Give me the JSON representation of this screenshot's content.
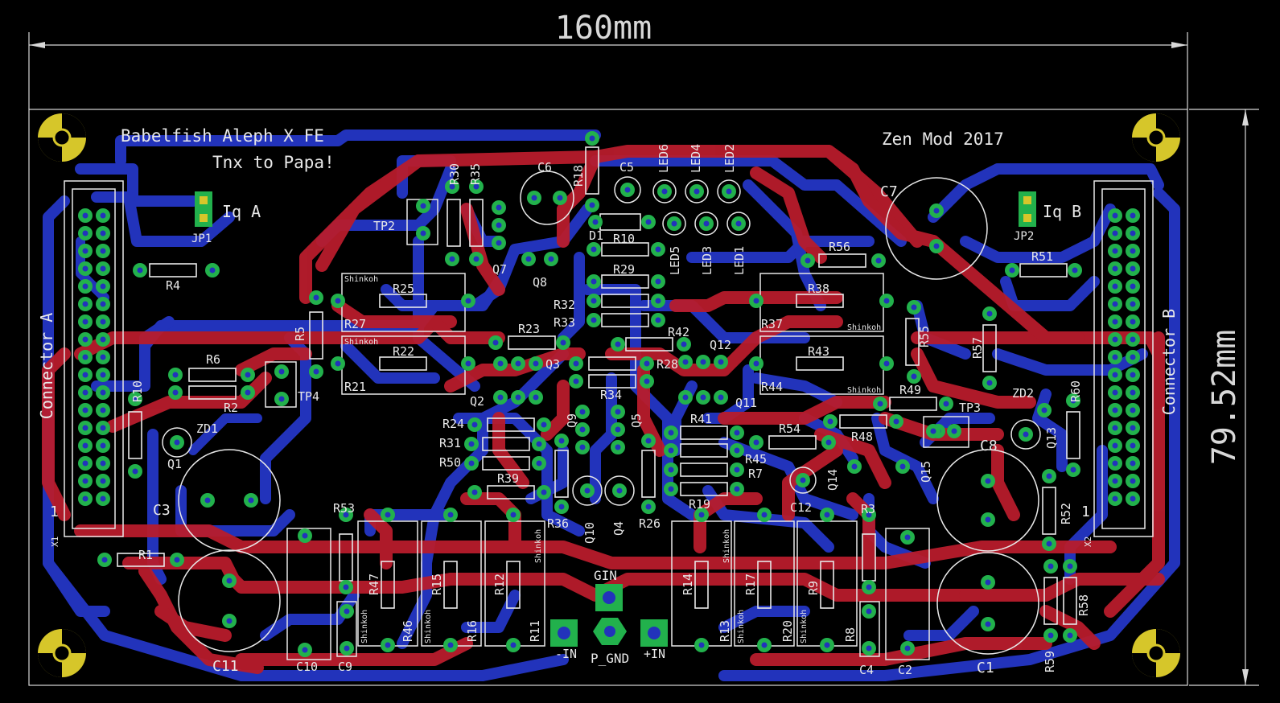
{
  "board": {
    "title": "Babelfish Aleph X FE",
    "subtitle": "Tnx to Papa!",
    "credit": "Zen Mod 2017",
    "width_dimension": "160mm",
    "height_dimension": "79.52mm"
  },
  "colors": {
    "background": "#000000",
    "top_copper": "#b81c2c",
    "bottom_copper": "#2233bb",
    "pad": "#22b14c",
    "silkscreen": "#e8e8e8",
    "drill": "#d6c62a"
  },
  "connectors": {
    "a_label": "Connector A",
    "b_label": "Connector B",
    "a_pin1": "1",
    "b_pin1": "1",
    "a_ref": "X1",
    "b_ref": "X2"
  },
  "labels": {
    "iq_a": "Iq A",
    "iq_b": "Iq B",
    "jp1": "JP1",
    "jp2": "JP2",
    "gin": "GIN",
    "in_minus": "-IN",
    "in_plus": "+IN",
    "p_gnd": "P_GND",
    "shinkoh": "Shinkoh"
  },
  "parts": [
    {
      "ref": "R1",
      "label": "R1"
    },
    {
      "ref": "R4",
      "label": "R4"
    },
    {
      "ref": "R5",
      "label": "R5"
    },
    {
      "ref": "R6",
      "label": "R6"
    },
    {
      "ref": "R2",
      "label": "R2"
    },
    {
      "ref": "R10",
      "label": "R10"
    },
    {
      "ref": "ZD1",
      "label": "ZD1"
    },
    {
      "ref": "Q1",
      "label": "Q1"
    },
    {
      "ref": "C3",
      "label": "C3"
    },
    {
      "ref": "C11",
      "label": "C11"
    },
    {
      "ref": "C10",
      "label": "C10"
    },
    {
      "ref": "C9",
      "label": "C9"
    },
    {
      "ref": "R53",
      "label": "R53"
    },
    {
      "ref": "R47",
      "label": "R47"
    },
    {
      "ref": "R46",
      "label": "R46"
    },
    {
      "ref": "R15",
      "label": "R15"
    },
    {
      "ref": "R16",
      "label": "R16"
    },
    {
      "ref": "R12",
      "label": "R12"
    },
    {
      "ref": "R11",
      "label": "R11"
    },
    {
      "ref": "TP2",
      "label": "TP2"
    },
    {
      "ref": "TP4",
      "label": "TP4"
    },
    {
      "ref": "R30",
      "label": "R30"
    },
    {
      "ref": "R35",
      "label": "R35"
    },
    {
      "ref": "Q7",
      "label": "Q7"
    },
    {
      "ref": "C6",
      "label": "C6"
    },
    {
      "ref": "Q8",
      "label": "Q8"
    },
    {
      "ref": "R18",
      "label": "R18"
    },
    {
      "ref": "C5",
      "label": "C5"
    },
    {
      "ref": "D1",
      "label": "D1"
    },
    {
      "ref": "R10b",
      "label": "R10"
    },
    {
      "ref": "R29",
      "label": "R29"
    },
    {
      "ref": "R32",
      "label": "R32"
    },
    {
      "ref": "R33",
      "label": "R33"
    },
    {
      "ref": "LED6",
      "label": "LED6"
    },
    {
      "ref": "LED4",
      "label": "LED4"
    },
    {
      "ref": "LED2",
      "label": "LED2"
    },
    {
      "ref": "LED5",
      "label": "LED5"
    },
    {
      "ref": "LED3",
      "label": "LED3"
    },
    {
      "ref": "LED1",
      "label": "LED1"
    },
    {
      "ref": "R25",
      "label": "R25"
    },
    {
      "ref": "R27",
      "label": "R27"
    },
    {
      "ref": "R22",
      "label": "R22"
    },
    {
      "ref": "R21",
      "label": "R21"
    },
    {
      "ref": "R23",
      "label": "R23"
    },
    {
      "ref": "Q3",
      "label": "Q3"
    },
    {
      "ref": "Q2",
      "label": "Q2"
    },
    {
      "ref": "R24",
      "label": "R24"
    },
    {
      "ref": "R31",
      "label": "R31"
    },
    {
      "ref": "R50",
      "label": "R50"
    },
    {
      "ref": "R39",
      "label": "R39"
    },
    {
      "ref": "R36",
      "label": "R36"
    },
    {
      "ref": "Q10",
      "label": "Q10"
    },
    {
      "ref": "Q4",
      "label": "Q4"
    },
    {
      "ref": "R26",
      "label": "R26"
    },
    {
      "ref": "Q9",
      "label": "Q9"
    },
    {
      "ref": "Q5",
      "label": "Q5"
    },
    {
      "ref": "R34",
      "label": "R34"
    },
    {
      "ref": "R42",
      "label": "R42"
    },
    {
      "ref": "R28",
      "label": "R28"
    },
    {
      "ref": "Q12",
      "label": "Q12"
    },
    {
      "ref": "Q11",
      "label": "Q11"
    },
    {
      "ref": "R41",
      "label": "R41"
    },
    {
      "ref": "R45",
      "label": "R45"
    },
    {
      "ref": "R7",
      "label": "R7"
    },
    {
      "ref": "R19",
      "label": "R19"
    },
    {
      "ref": "R14",
      "label": "R14"
    },
    {
      "ref": "R13",
      "label": "R13"
    },
    {
      "ref": "R17",
      "label": "R17"
    },
    {
      "ref": "R20",
      "label": "R20"
    },
    {
      "ref": "R9",
      "label": "R9"
    },
    {
      "ref": "R8",
      "label": "R8"
    },
    {
      "ref": "R56",
      "label": "R56"
    },
    {
      "ref": "C7",
      "label": "C7"
    },
    {
      "ref": "R38",
      "label": "R38"
    },
    {
      "ref": "R37",
      "label": "R37"
    },
    {
      "ref": "R43",
      "label": "R43"
    },
    {
      "ref": "R44",
      "label": "R44"
    },
    {
      "ref": "R55",
      "label": "R55"
    },
    {
      "ref": "R49",
      "label": "R49"
    },
    {
      "ref": "R48",
      "label": "R48"
    },
    {
      "ref": "R54",
      "label": "R54"
    },
    {
      "ref": "Q14",
      "label": "Q14"
    },
    {
      "ref": "Q15",
      "label": "Q15"
    },
    {
      "ref": "C12",
      "label": "C12"
    },
    {
      "ref": "R3",
      "label": "R3"
    },
    {
      "ref": "C4",
      "label": "C4"
    },
    {
      "ref": "C2",
      "label": "C2"
    },
    {
      "ref": "C1",
      "label": "C1"
    },
    {
      "ref": "C8",
      "label": "C8"
    },
    {
      "ref": "R57",
      "label": "R57"
    },
    {
      "ref": "TP3",
      "label": "TP3"
    },
    {
      "ref": "ZD2",
      "label": "ZD2"
    },
    {
      "ref": "Q13",
      "label": "Q13"
    },
    {
      "ref": "R60",
      "label": "R60"
    },
    {
      "ref": "R51",
      "label": "R51"
    },
    {
      "ref": "R52",
      "label": "R52"
    },
    {
      "ref": "R59",
      "label": "R59"
    },
    {
      "ref": "R58",
      "label": "R58"
    }
  ]
}
